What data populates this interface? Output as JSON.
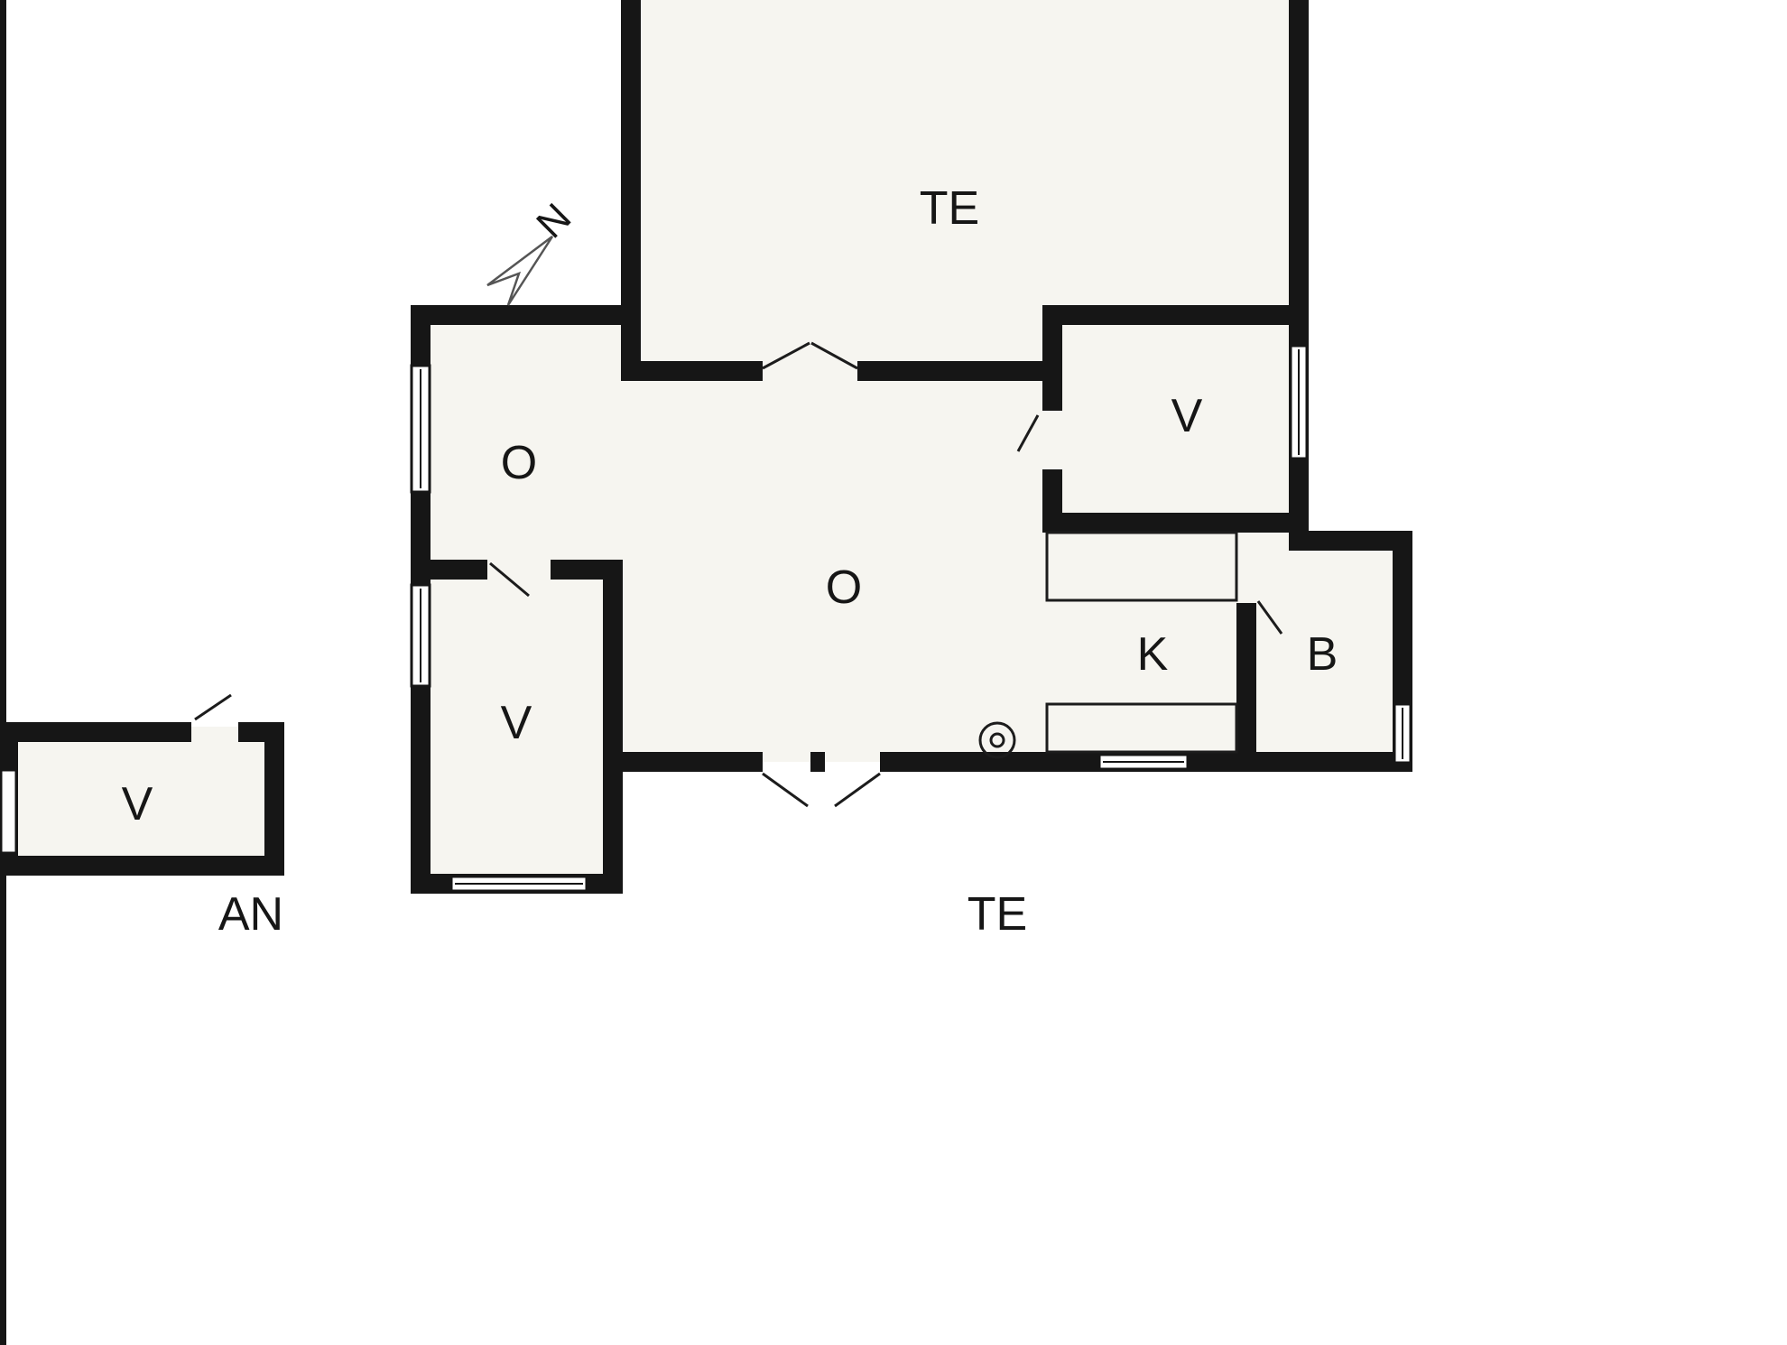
{
  "colors": {
    "wall": "#161616",
    "floor": "#f6f5f0",
    "background": "#ffffff",
    "line": "#1c1c1c"
  },
  "compass": {
    "north_label": "N"
  },
  "labels": {
    "terrace_top": "TE",
    "terrace_bottom": "TE",
    "room_o_hall": "O",
    "room_o_living": "O",
    "room_v_northeast": "V",
    "room_v_southwest": "V",
    "room_k_kitchen": "K",
    "room_b_bathroom": "B",
    "annex_room_v": "V",
    "annex": "AN"
  }
}
